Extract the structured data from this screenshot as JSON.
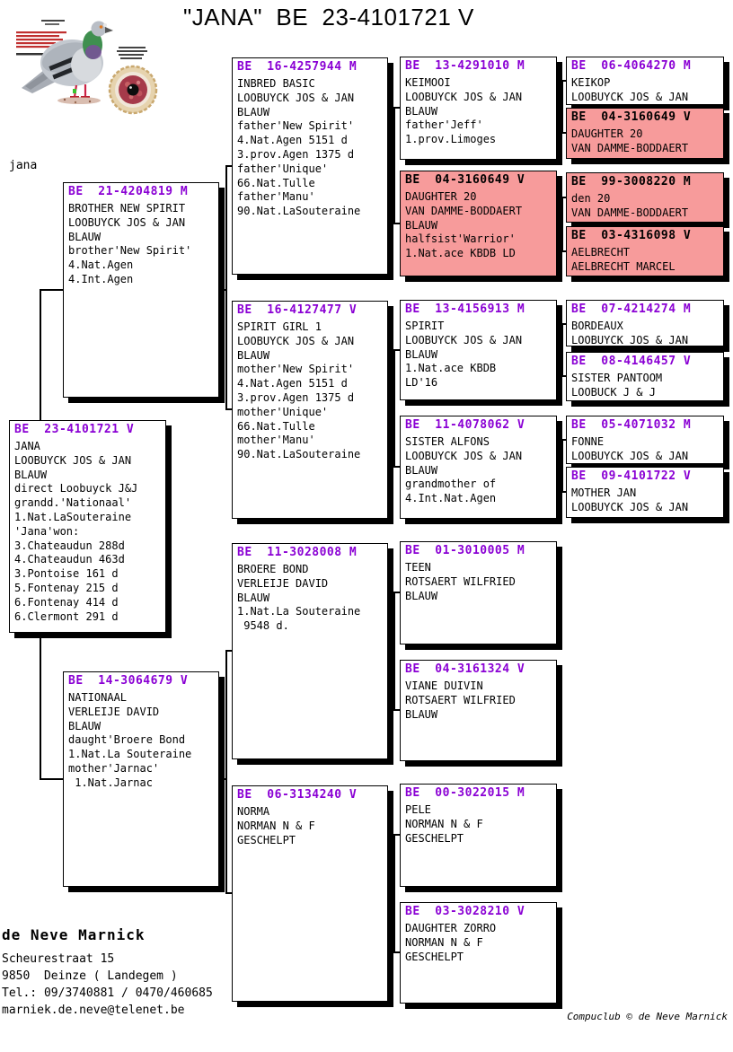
{
  "title": "\"JANA\"  BE  23-4101721 V",
  "photo_caption": "jana",
  "colors": {
    "header_purple": "#8A00D4",
    "box_pink": "#F79B9B"
  },
  "boxes": {
    "main": {
      "header": "BE  23-4101721 V",
      "lines": [
        "JANA",
        "LOOBUYCK JOS & JAN",
        "BLAUW",
        "direct Loobuyck J&J",
        "grandd.'Nationaal'",
        "1.Nat.LaSouteraine",
        "'Jana'won:",
        "3.Chateaudun 288d",
        "4.Chateaudun 463d",
        "3.Pontoise 161 d",
        "5.Fontenay 215 d",
        "6.Fontenay 414 d",
        "6.Clermont 291 d"
      ]
    },
    "father": {
      "header": "BE  21-4204819 M",
      "lines": [
        "BROTHER NEW SPIRIT",
        "LOOBUYCK JOS & JAN",
        "BLAUW",
        "brother'New Spirit'",
        "4.Nat.Agen",
        "4.Int.Agen"
      ]
    },
    "mother": {
      "header": "BE  14-3064679 V",
      "lines": [
        "NATIONAAL",
        "VERLEIJE DAVID",
        "BLAUW",
        "daught'Broere Bond",
        "1.Nat.La Souteraine",
        "mother'Jarnac'",
        " 1.Nat.Jarnac"
      ]
    },
    "ff": {
      "header": "BE  16-4257944 M",
      "lines": [
        "INBRED BASIC",
        "LOOBUYCK JOS & JAN",
        "BLAUW",
        "father'New Spirit'",
        "4.Nat.Agen 5151 d",
        "3.prov.Agen 1375 d",
        "father'Unique'",
        "66.Nat.Tulle",
        "father'Manu'",
        "90.Nat.LaSouteraine"
      ]
    },
    "fm": {
      "header": "BE  16-4127477 V",
      "lines": [
        "SPIRIT GIRL 1",
        "LOOBUYCK JOS & JAN",
        "BLAUW",
        "mother'New Spirit'",
        "4.Nat.Agen 5151 d",
        "3.prov.Agen 1375 d",
        "mother'Unique'",
        "66.Nat.Tulle",
        "mother'Manu'",
        "90.Nat.LaSouteraine"
      ]
    },
    "mf": {
      "header": "BE  11-3028008 M",
      "lines": [
        "BROERE BOND",
        "VERLEIJE DAVID",
        "BLAUW",
        "1.Nat.La Souteraine",
        " 9548 d."
      ]
    },
    "mm": {
      "header": "BE  06-3134240 V",
      "lines": [
        "NORMA",
        "NORMAN N & F",
        "GESCHELPT"
      ]
    },
    "fff": {
      "header": "BE  13-4291010 M",
      "lines": [
        "KEIMOOI",
        "LOOBUYCK JOS & JAN",
        "BLAUW",
        "father'Jeff'",
        "1.prov.Limoges"
      ]
    },
    "ffm": {
      "header": "BE  04-3160649 V",
      "lines": [
        "DAUGHTER 20",
        "VAN DAMME-BODDAERT",
        "BLAUW",
        "halfsist'Warrior'",
        "1.Nat.ace KBDB LD"
      ]
    },
    "fmf": {
      "header": "BE  13-4156913 M",
      "lines": [
        "SPIRIT",
        "LOOBUYCK JOS & JAN",
        "BLAUW",
        "1.Nat.ace KBDB",
        "LD'16"
      ]
    },
    "fmm": {
      "header": "BE  11-4078062 V",
      "lines": [
        "SISTER ALFONS",
        "LOOBUYCK JOS & JAN",
        "BLAUW",
        "grandmother of",
        "4.Int.Nat.Agen"
      ]
    },
    "mff": {
      "header": "BE  01-3010005 M",
      "lines": [
        "TEEN",
        "ROTSAERT WILFRIED",
        "BLAUW"
      ]
    },
    "mfm": {
      "header": "BE  04-3161324 V",
      "lines": [
        "VIANE DUIVIN",
        "ROTSAERT WILFRIED",
        "BLAUW"
      ]
    },
    "mmf": {
      "header": "BE  00-3022015 M",
      "lines": [
        "PELE",
        "NORMAN N & F",
        "GESCHELPT"
      ]
    },
    "mmm": {
      "header": "BE  03-3028210 V",
      "lines": [
        "DAUGHTER ZORRO",
        "NORMAN N & F",
        "GESCHELPT"
      ]
    },
    "ffff": {
      "header": "BE  06-4064270 M",
      "lines": [
        "KEIKOP",
        "LOOBUYCK JOS & JAN"
      ]
    },
    "fffm": {
      "header": "BE  04-3160649 V",
      "lines": [
        "DAUGHTER 20",
        "VAN DAMME-BODDAERT"
      ]
    },
    "ffmf": {
      "header": "BE  99-3008220 M",
      "lines": [
        "den 20",
        "VAN DAMME-BODDAERT"
      ]
    },
    "ffmm": {
      "header": "BE  03-4316098 V",
      "lines": [
        "AELBRECHT",
        "AELBRECHT MARCEL"
      ]
    },
    "fmff": {
      "header": "BE  07-4214274 M",
      "lines": [
        "BORDEAUX",
        "LOOBUYCK JOS & JAN"
      ]
    },
    "fmfm": {
      "header": "BE  08-4146457 V",
      "lines": [
        "SISTER PANTOOM",
        "LOOBUCK J & J"
      ]
    },
    "fmmf": {
      "header": "BE  05-4071032 M",
      "lines": [
        "FONNE",
        "LOOBUYCK JOS & JAN"
      ]
    },
    "fmmm": {
      "header": "BE  09-4101722 V",
      "lines": [
        "MOTHER JAN",
        "LOOBUYCK JOS & JAN"
      ]
    }
  },
  "owner": {
    "name": "de Neve Marnick",
    "lines": [
      "Scheurestraat 15",
      "9850  Deinze ( Landegem )",
      "Tel.: 09/3740881 / 0470/460685",
      "marniek.de.neve@telenet.be"
    ]
  },
  "footer": "Compuclub © de Neve Marnick"
}
